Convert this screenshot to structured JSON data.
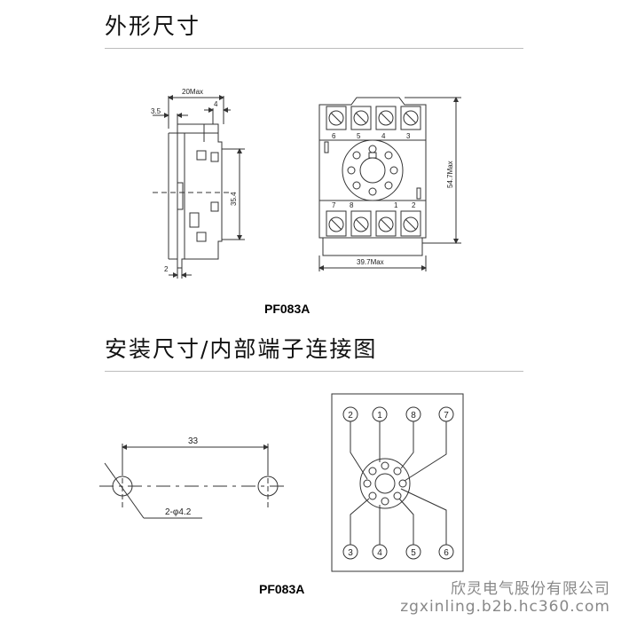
{
  "section1": {
    "title": "外形尺寸",
    "side_view": {
      "dim_overall_width": "20Max",
      "dim_left": "3.5",
      "dim_right": "4",
      "dim_height": "35.4",
      "dim_bottom": "2"
    },
    "front_view": {
      "dim_width": "39.7Max",
      "dim_height": "54.7Max",
      "top_terminals": [
        "6",
        "5",
        "4",
        "3"
      ],
      "bottom_terminals": [
        "7",
        "8",
        "1",
        "2"
      ]
    },
    "caption": "PF083A"
  },
  "section2": {
    "title": "安装尺寸/内部端子连接图",
    "mounting": {
      "dim_spacing": "33",
      "dim_holes": "2-φ4.2"
    },
    "wiring": {
      "top_terminals": [
        "2",
        "1",
        "8",
        "7"
      ],
      "bottom_terminals": [
        "3",
        "4",
        "5",
        "6"
      ]
    },
    "caption": "PF083A"
  },
  "watermark": {
    "company": "欣灵电气股份有限公司",
    "site": "zgxinling.b2b.hc360.com"
  }
}
